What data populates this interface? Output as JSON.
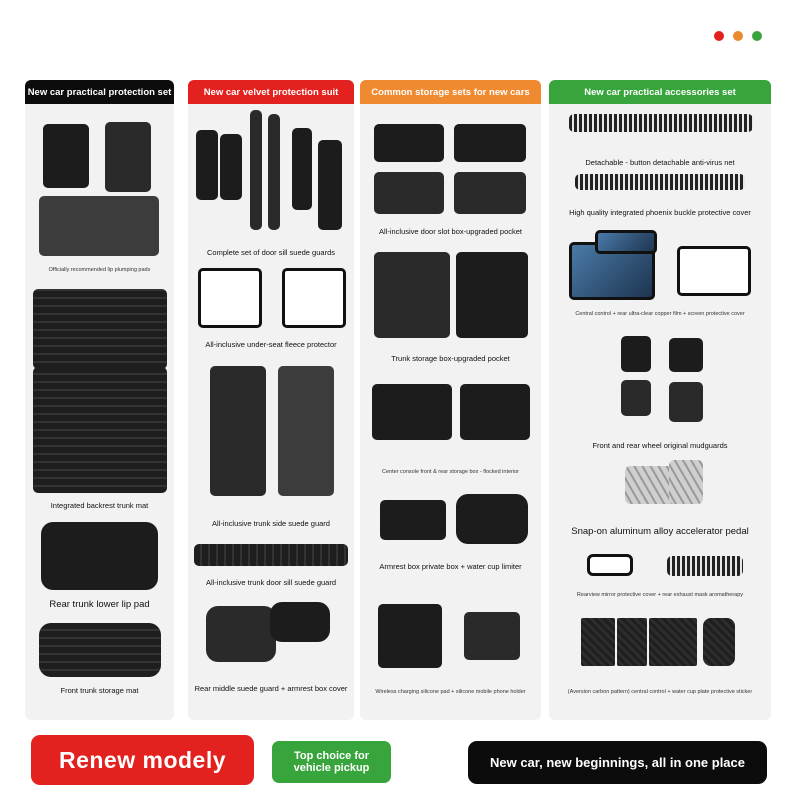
{
  "colors": {
    "dot1": "#e3211e",
    "dot2": "#e88a2e",
    "dot3": "#37a53c",
    "col1": "#0c0c0c",
    "col2": "#e3211e",
    "col3": "#f08a31",
    "col4": "#37a53c"
  },
  "columns": [
    {
      "title": "New car practical protection set",
      "items": [
        "Officially recommended lip plumping pads",
        "Integrated backrest trunk mat",
        "Rear trunk lower lip pad",
        "Front trunk storage mat"
      ]
    },
    {
      "title": "New car velvet protection suit",
      "items": [
        "Complete set of door sill suede guards",
        "All-inclusive under-seat fleece protector",
        "All-inclusive trunk side suede guard",
        "All-inclusive trunk door sill suede guard",
        "Rear middle suede guard + armrest box cover"
      ]
    },
    {
      "title": "Common storage sets for new cars",
      "items": [
        "All-inclusive door slot box-upgraded pocket",
        "Trunk storage box-upgraded pocket",
        "Center console front & rear storage box - flocked interior",
        "Armrest box private box + water cup limiter",
        "Wireless charging silicone pad + silicone mobile phone holder"
      ]
    },
    {
      "title": "New car practical accessories set",
      "items": [
        "Detachable - button detachable anti-virus net",
        "High quality integrated phoenix buckle protective cover",
        "Central control + rear ultra-clear copper film + screen protective cover",
        "Front and rear wheel original mudguards",
        "Snap-on aluminum alloy accelerator pedal",
        "Rearview mirror protective cover + rear exhaust mask aromatherapy",
        "(Aversion carbon pattern) central control + water cup plate protective sticker"
      ]
    }
  ],
  "footer": {
    "brand": "Renew modely",
    "badge_line1": "Top choice for",
    "badge_line2": "vehicle pickup",
    "slogan": "New car, new beginnings, all in one place"
  }
}
